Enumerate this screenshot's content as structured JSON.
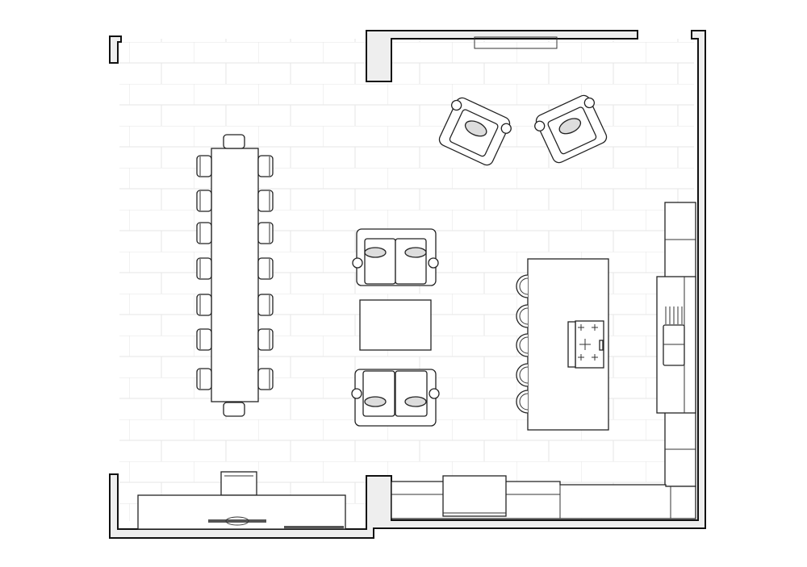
{
  "plan": {
    "colors": {
      "wall_fill": "#eeeeee",
      "line": "#222222",
      "floor_grid": "#e6e6e6",
      "background": "#ffffff"
    },
    "dining_chairs_per_side": 7,
    "island_stools": 5,
    "sofas": 2,
    "armchairs": 2
  }
}
